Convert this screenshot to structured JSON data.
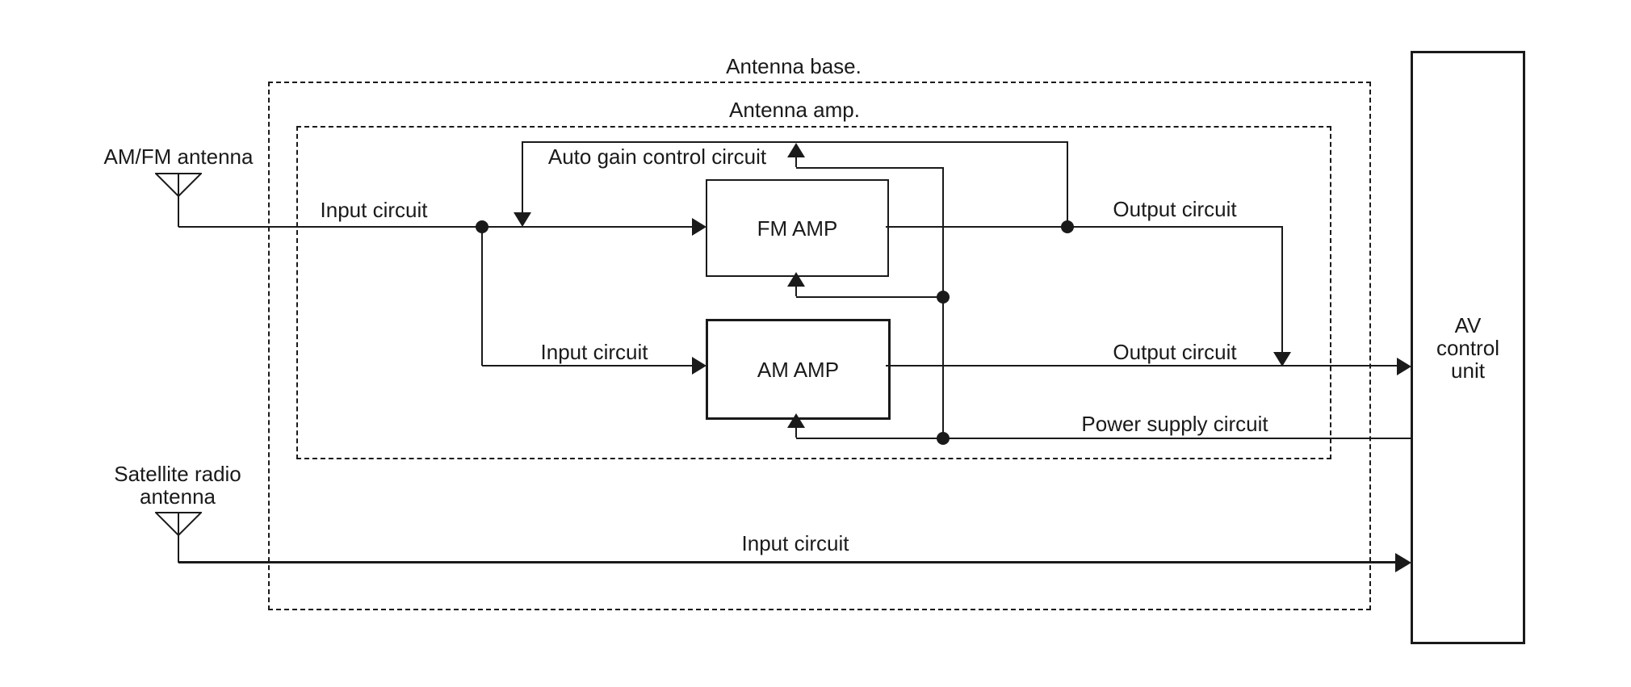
{
  "colors": {
    "background": "#ffffff",
    "line": "#1a1a1a",
    "text": "#1a1a1a"
  },
  "diagram": {
    "containers": {
      "antenna_base": "Antenna base.",
      "antenna_amp": "Antenna amp."
    },
    "blocks": {
      "fm_amp": "FM AMP",
      "am_amp": "AM AMP",
      "av_control_unit": "AV\ncontrol\nunit"
    },
    "antennas": {
      "amfm": "AM/FM antenna",
      "satellite": "Satellite radio\nantenna"
    },
    "wires": {
      "fm_input": "Input circuit",
      "am_input": "Input circuit",
      "satellite_input": "Input circuit",
      "auto_gain": "Auto gain control circuit",
      "fm_output": "Output circuit",
      "am_output": "Output circuit",
      "power_supply": "Power supply circuit"
    }
  }
}
